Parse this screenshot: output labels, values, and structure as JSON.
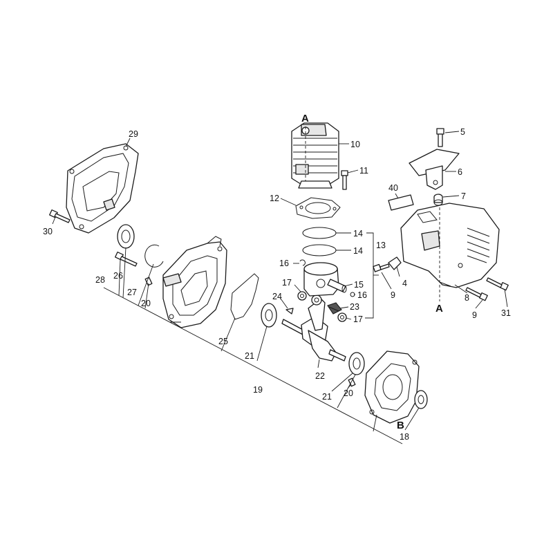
{
  "diagram": {
    "callouts": {
      "c4": "4",
      "c5": "5",
      "c6": "6",
      "c7": "7",
      "c8": "8",
      "c9a": "9",
      "c9b": "9",
      "c10": "10",
      "c11": "11",
      "c12": "12",
      "c13": "13",
      "c14a": "14",
      "c14b": "14",
      "c15": "15",
      "c16a": "16",
      "c16b": "16",
      "c17a": "17",
      "c17b": "17",
      "c18": "18",
      "c19": "19",
      "c20a": "20",
      "c20b": "20",
      "c21a": "21",
      "c21b": "21",
      "c22": "22",
      "c23": "23",
      "c24": "24",
      "c25": "25",
      "c26": "26",
      "c27": "27",
      "c28": "28",
      "c29": "29",
      "c30": "30",
      "c31": "31",
      "c40": "40"
    },
    "markers": {
      "a_top": "A",
      "a_bottom": "A",
      "b": "B"
    }
  }
}
